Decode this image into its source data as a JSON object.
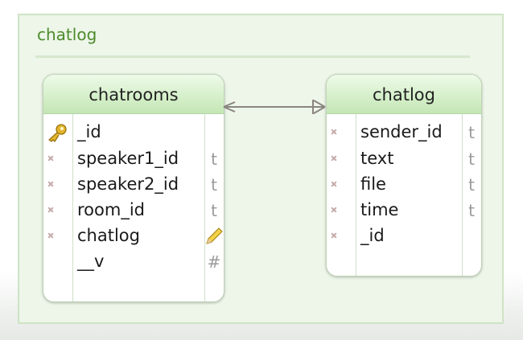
{
  "group": {
    "title": "chatlog"
  },
  "tables": [
    {
      "name": "chatrooms",
      "fields": [
        {
          "name": "_id",
          "type": "",
          "icon": "key-icon"
        },
        {
          "name": "speaker1_id",
          "type": "t",
          "icon": "field-marker-icon"
        },
        {
          "name": "speaker2_id",
          "type": "t",
          "icon": "field-marker-icon"
        },
        {
          "name": "room_id",
          "type": "t",
          "icon": "field-marker-icon"
        },
        {
          "name": "chatlog",
          "type": "",
          "type_icon": "pencil-icon",
          "icon": "field-marker-icon"
        },
        {
          "name": "__v",
          "type": "#",
          "icon": ""
        }
      ]
    },
    {
      "name": "chatlog",
      "fields": [
        {
          "name": "sender_id",
          "type": "t",
          "icon": "field-marker-icon"
        },
        {
          "name": "text",
          "type": "t",
          "icon": "field-marker-icon"
        },
        {
          "name": "file",
          "type": "t",
          "icon": "field-marker-icon"
        },
        {
          "name": "time",
          "type": "t",
          "icon": "field-marker-icon"
        },
        {
          "name": "_id",
          "type": "",
          "icon": "field-marker-icon"
        }
      ]
    }
  ],
  "relationship": {
    "from": "chatlog",
    "to": "chatrooms",
    "cardinality": "many-to-one",
    "icon": "crows-foot-arrow-icon"
  },
  "colors": {
    "group_bg": "#edf6e9",
    "group_title": "#4e8a2c",
    "header_green": "#d6f0cb",
    "connector": "#8a8580"
  }
}
